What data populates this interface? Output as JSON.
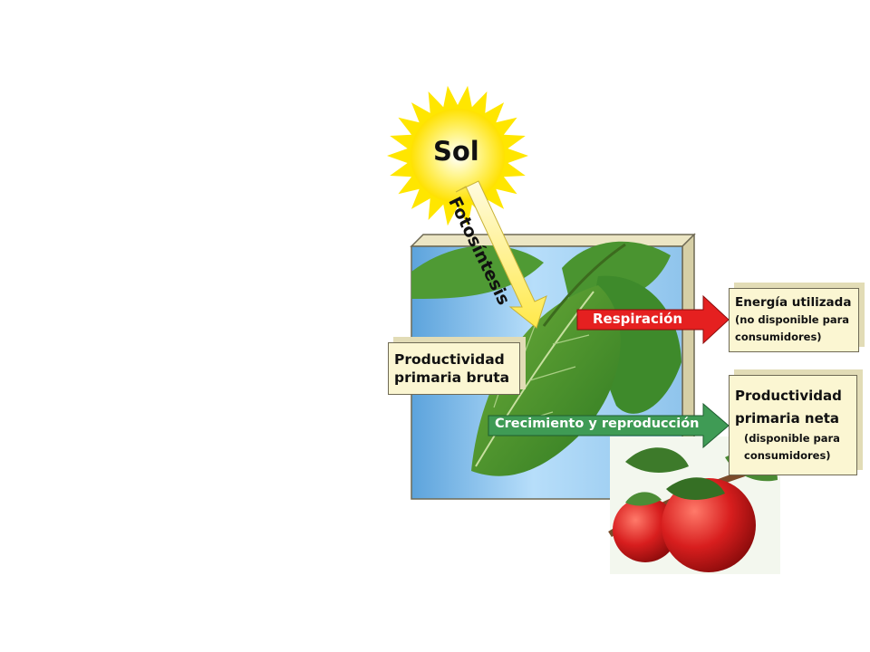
{
  "sun": {
    "label": "Sol"
  },
  "photosynthesis": {
    "label": "Fotosíntesis"
  },
  "gross_productivity": {
    "line1": "Productividad",
    "line2": "primaria bruta"
  },
  "respiration": {
    "label": "Respiración"
  },
  "growth": {
    "label": "Crecimiento y reproducción"
  },
  "energy_used": {
    "title": "Energía utilizada",
    "line1": "(no disponible para",
    "line2": "consumidores)"
  },
  "net_productivity": {
    "line1": "Productividad",
    "line2": "primaria neta",
    "line3": "(disponible para",
    "line4": "consumidores)"
  },
  "colors": {
    "sun": "#ffe600",
    "sun_core": "#fff7a0",
    "photosynthesis_arrow": "#ffef63",
    "respiration_arrow": "#e52020",
    "growth_arrow": "#3f9b55",
    "sky": "#a9d6f5",
    "label_box": "#fbf6d2"
  }
}
